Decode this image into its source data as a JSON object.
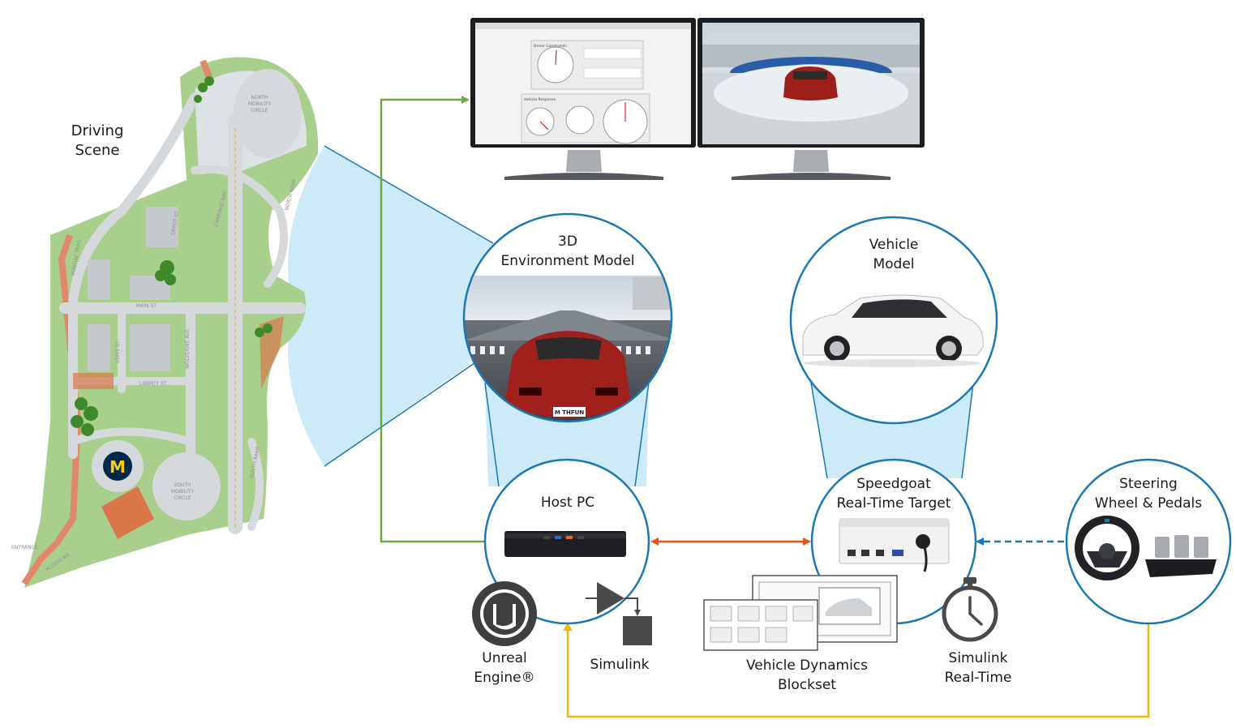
{
  "labels": {
    "driving_scene": [
      "Driving",
      "Scene"
    ],
    "env_model": [
      "3D",
      "Environment Model"
    ],
    "vehicle_model": [
      "Vehicle",
      "Model"
    ],
    "host_pc": "Host PC",
    "speedgoat": [
      "Speedgoat",
      "Real-Time Target"
    ],
    "steering": [
      "Steering",
      "Wheel & Pedals"
    ],
    "unreal": [
      "Unreal",
      "Engine®"
    ],
    "simulink": "Simulink",
    "vdb": [
      "Vehicle Dynamics",
      "Blockset"
    ],
    "slrt": [
      "Simulink",
      "Real-Time"
    ]
  },
  "map_labels": {
    "north_circle": [
      "NORTH",
      "MOBILITY",
      "CIRCLE"
    ],
    "south_circle": [
      "SOUTH",
      "MOBILITY",
      "CIRCLE"
    ],
    "entrance": "ENTRANCE",
    "main_st": "MAIN ST.",
    "state_st": "STATE ST.",
    "liberty_st": "LIBERTY ST.",
    "wolverine_ave": "WOLVERINE AVE.",
    "depot_st": "DEPOT ST.",
    "pontiac_trail": "PONTIAC TRAIL",
    "carriage_way": "CARRIAGE WAY",
    "north_ramp": "NORTH RAMP",
    "south_ramp": "SOUTH RAMP",
    "access_rd": "ACCESS RD.",
    "m_logo": "M"
  },
  "screen_labels": {
    "driver_commands": "Driver Commands",
    "vehicle_response": "Vehicle Response",
    "plate": "M THFUN"
  },
  "colors": {
    "circle_stroke": "#1a78b4",
    "cone_fill": "#cdeaf8",
    "arrow_green": "#6aaa3c",
    "arrow_orange": "#e8531c",
    "arrow_blue_dashed": "#1a78b4",
    "arrow_yellow": "#f2b705",
    "map_green": "#a9cf8c",
    "map_road": "#dadde0",
    "map_brick": "#d9774a",
    "m_logo_blue": "#00274c",
    "m_logo_maize": "#ffcb05",
    "car_red": "#a0201c"
  },
  "icons": [
    "monitor-icon",
    "host-pc-icon",
    "speedgoat-icon",
    "steering-wheel-icon",
    "pedals-icon",
    "unreal-engine-icon",
    "simulink-icon",
    "vehicle-dynamics-blockset-icon",
    "stopwatch-icon",
    "white-car-icon",
    "red-car-icon"
  ]
}
